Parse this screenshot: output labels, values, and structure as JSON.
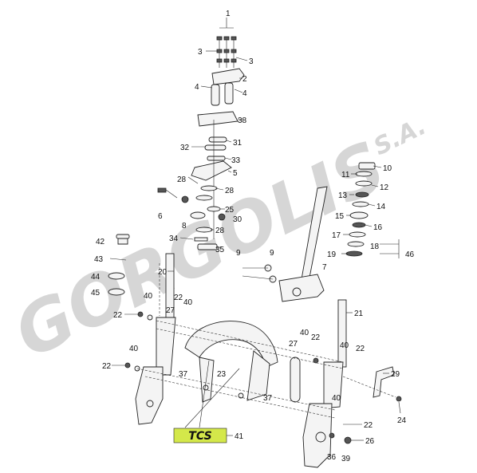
{
  "watermark": {
    "brand": "GORGOLIS",
    "suffix": "S.A."
  },
  "badge": {
    "text": "TCS"
  },
  "callouts": {
    "c1": "1",
    "c2": "2",
    "c3a": "3",
    "c3b": "3",
    "c4a": "4",
    "c4b": "4",
    "c5": "5",
    "c6": "6",
    "c7": "7",
    "c8": "8",
    "c9a": "9",
    "c9b": "9",
    "c10": "10",
    "c11": "11",
    "c12": "12",
    "c13": "13",
    "c14": "14",
    "c15": "15",
    "c16": "16",
    "c17": "17",
    "c18": "18",
    "c19": "19",
    "c20": "20",
    "c21": "21",
    "c22a": "22",
    "c22b": "22",
    "c22c": "22",
    "c22d": "22",
    "c22e": "22",
    "c22f": "22",
    "c23": "23",
    "c24": "24",
    "c25": "25",
    "c26": "26",
    "c27a": "27",
    "c27b": "27",
    "c28a": "28",
    "c28b": "28",
    "c28c": "28",
    "c29": "29",
    "c30": "30",
    "c31": "31",
    "c32": "32",
    "c33": "33",
    "c34": "34",
    "c35": "35",
    "c36": "36",
    "c37a": "37",
    "c37b": "37",
    "c38": "38",
    "c39": "39",
    "c40a": "40",
    "c40b": "40",
    "c40c": "40",
    "c40d": "40",
    "c40e": "40",
    "c40f": "40",
    "c41": "41",
    "c42": "42",
    "c43": "43",
    "c44": "44",
    "c45": "45",
    "c46": "46"
  },
  "colors": {
    "badge_bg": "#d4e84a",
    "watermark": "#d6d6d6",
    "ink": "#111111"
  }
}
